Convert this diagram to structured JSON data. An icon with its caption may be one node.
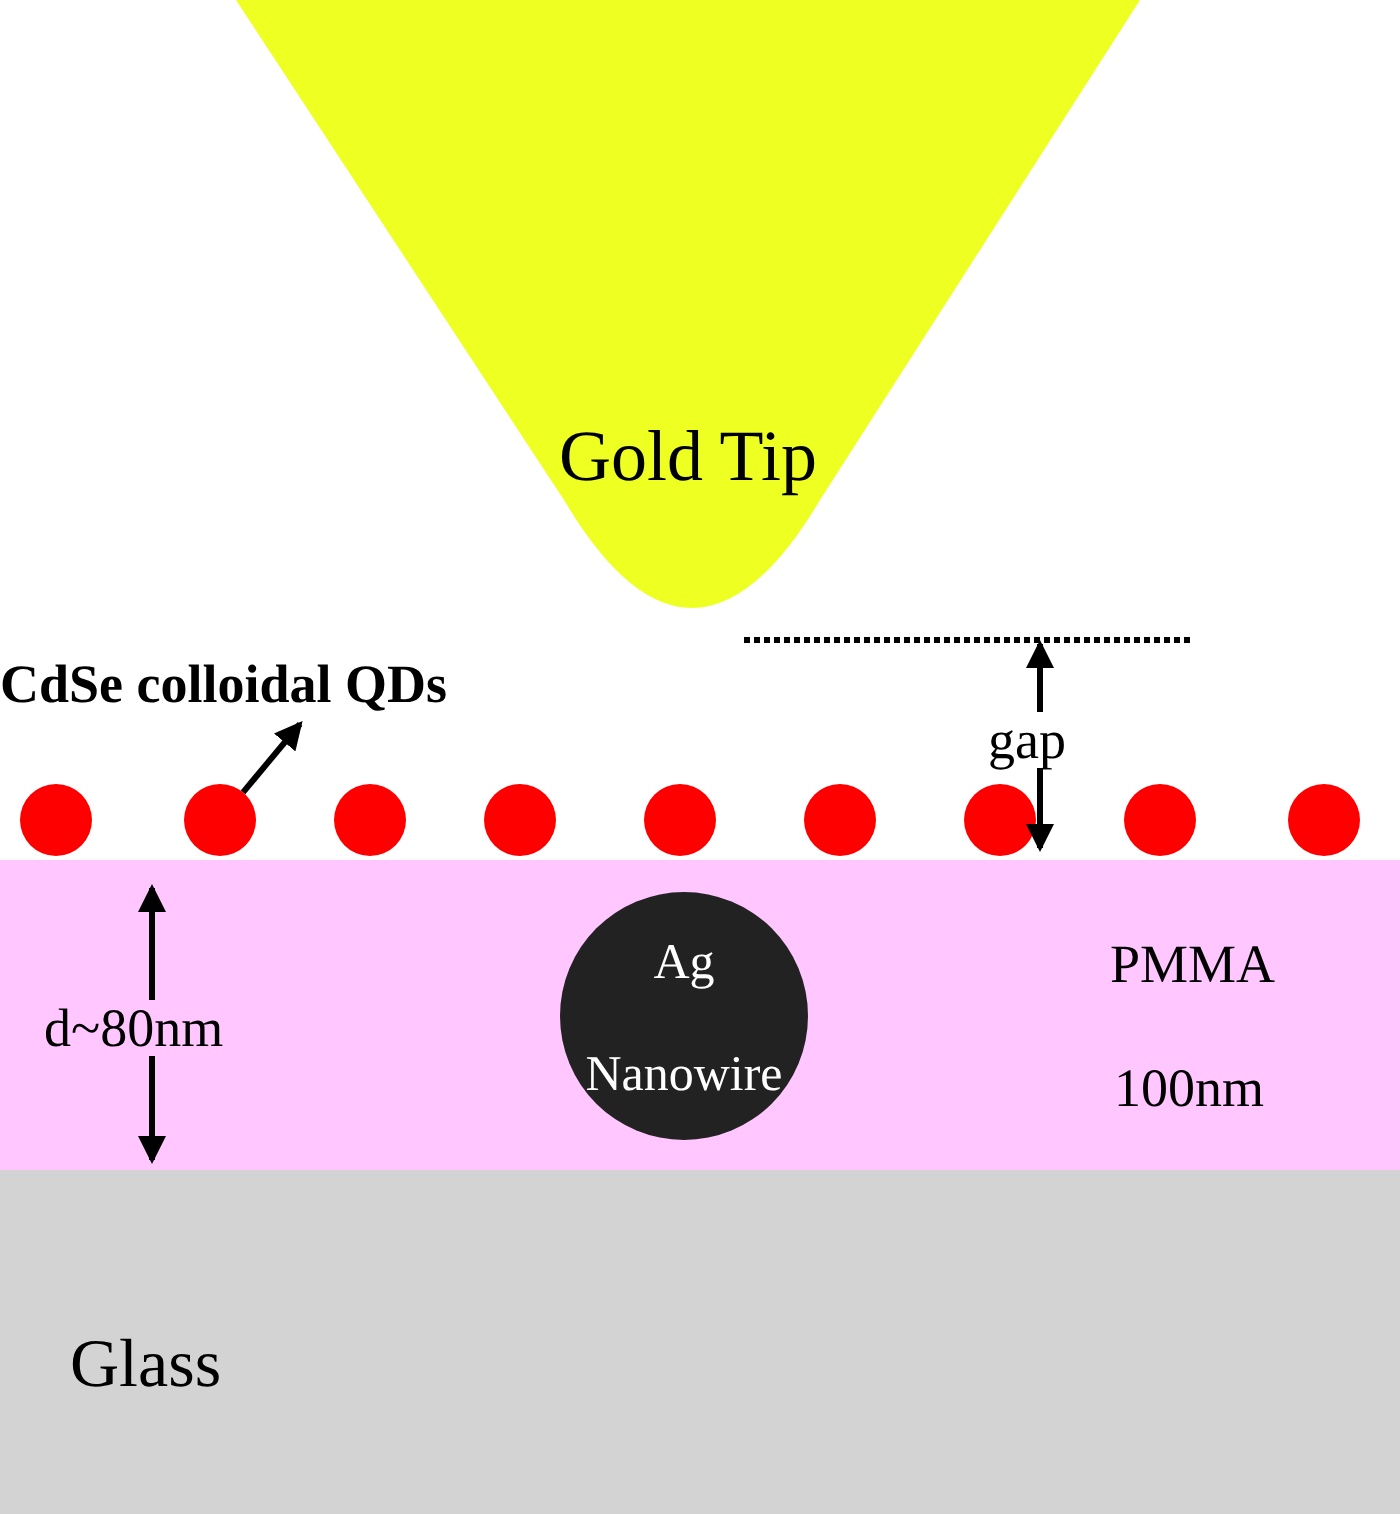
{
  "diagram": {
    "nodes": [
      {
        "text": [
          "Gold Tip"
        ]
      },
      {
        "text": [
          "CdSe colloidal QDs"
        ]
      },
      {
        "text": [],
        "shape": "circle"
      },
      {
        "text": [],
        "shape": "circle"
      },
      {
        "text": [],
        "shape": "circle"
      },
      {
        "text": [],
        "shape": "circle"
      },
      {
        "text": [],
        "shape": "circle"
      },
      {
        "text": [],
        "shape": "circle"
      },
      {
        "text": [],
        "shape": "circle"
      },
      {
        "text": [],
        "shape": "circle"
      },
      {
        "text": [],
        "shape": "circle"
      },
      {
        "text": [
          "PMMA",
          "100nm"
        ]
      },
      {
        "text": [
          "Ag Nanowire"
        ],
        "in": 11
      },
      {
        "text": [
          "Glass"
        ]
      }
    ],
    "edges": [
      {
        "from": 3,
        "to": 1,
        "arrow": "to"
      }
    ],
    "labels": [
      "gap",
      "d~80nm"
    ]
  }
}
